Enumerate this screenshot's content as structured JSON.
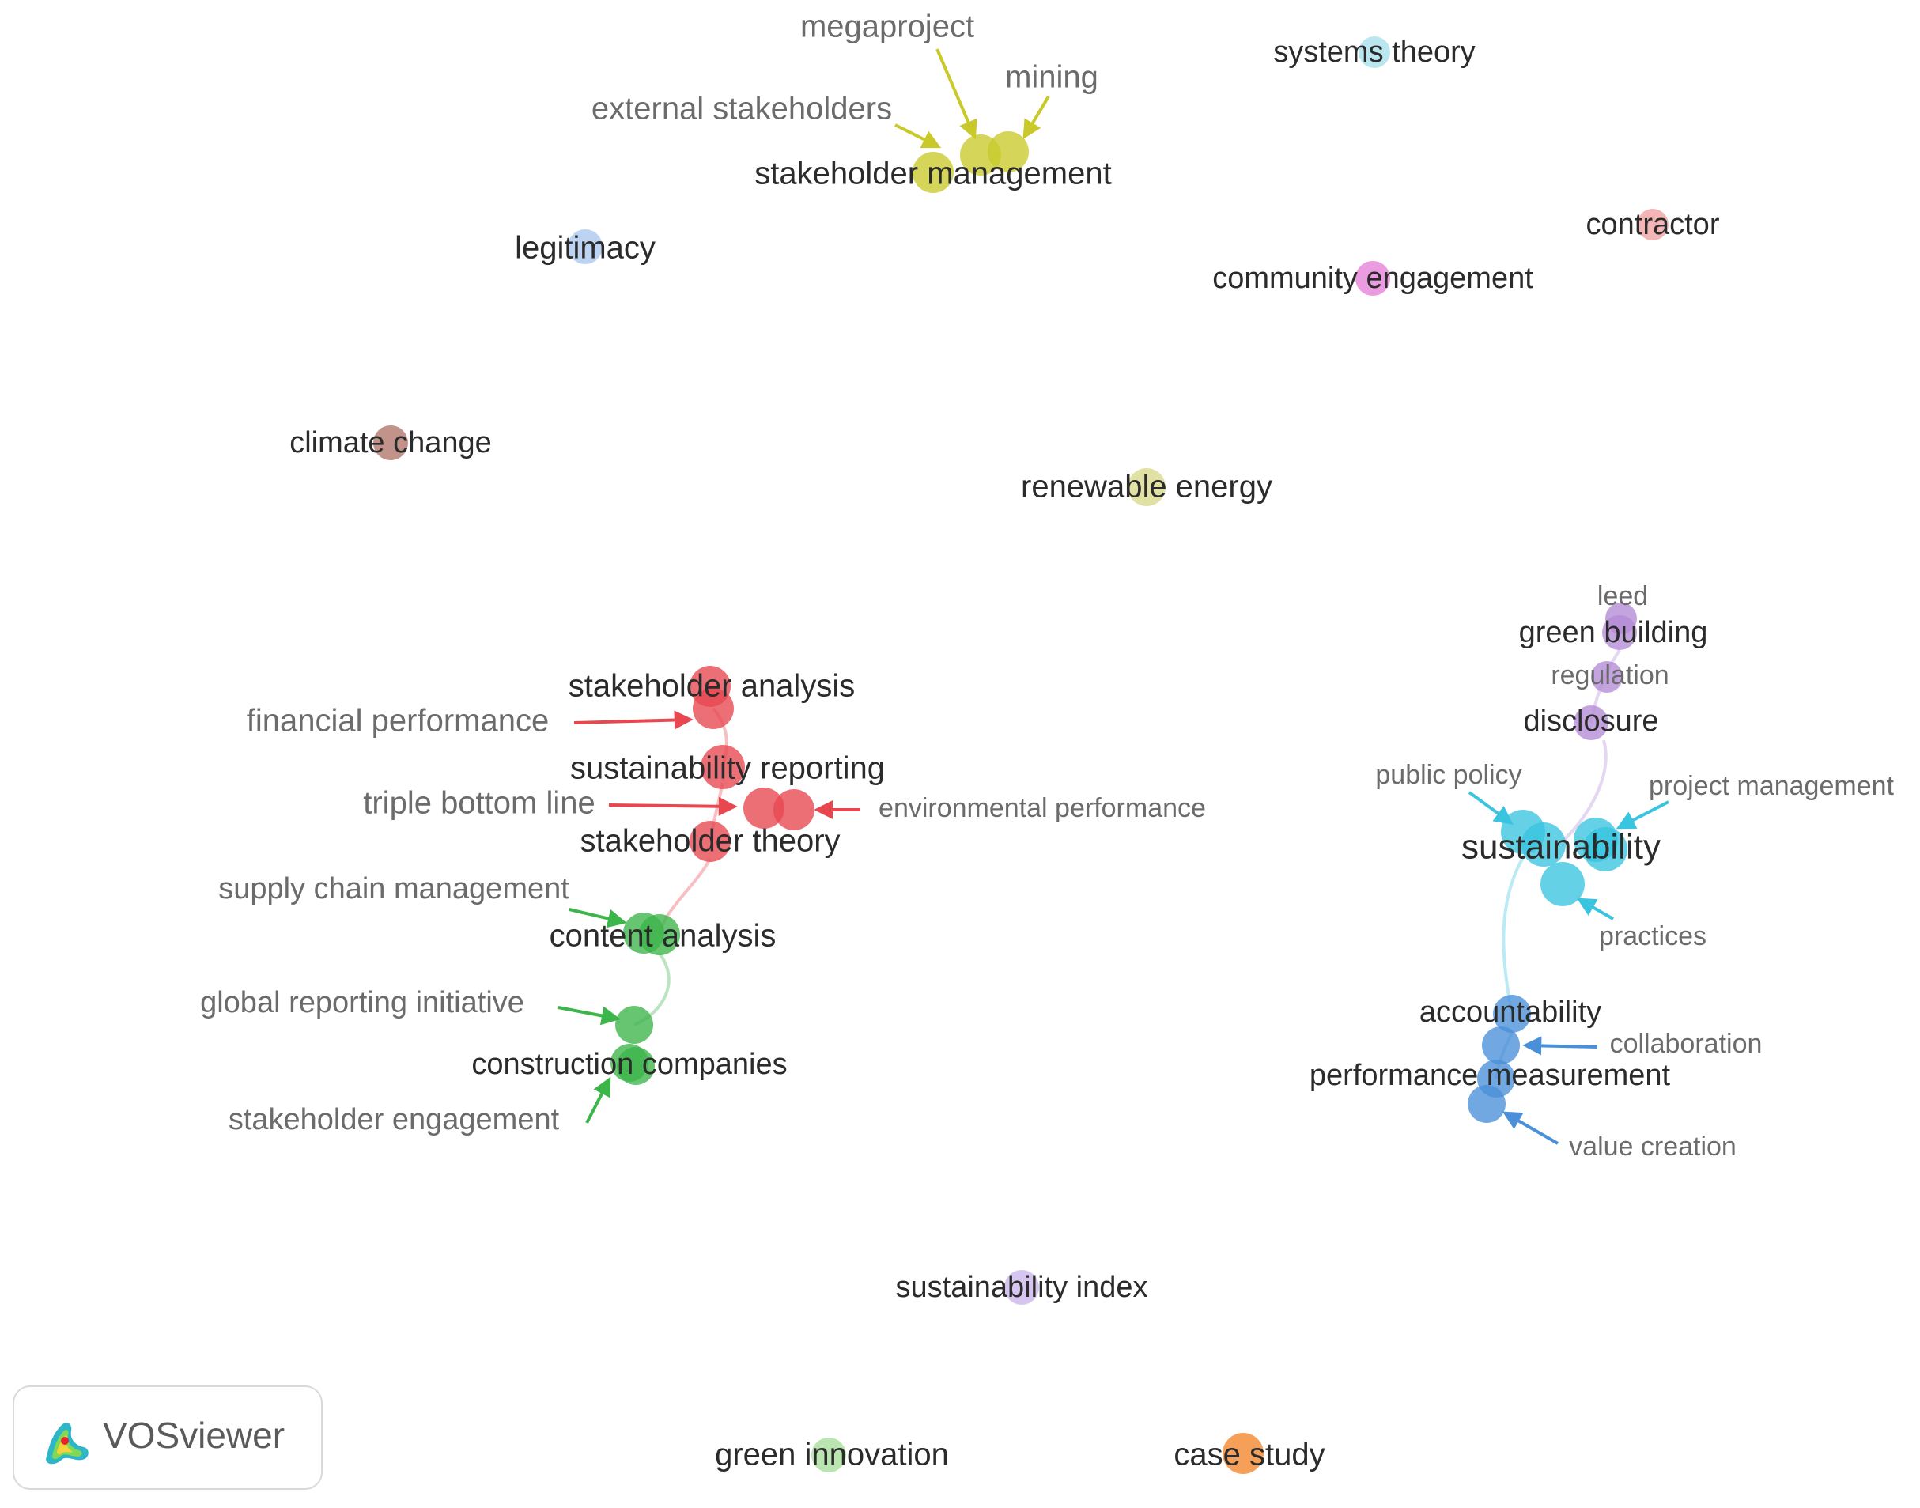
{
  "app": {
    "brand_name": "VOSviewer"
  },
  "clusters": {
    "red": "#e8474f",
    "green": "#3cb54a",
    "blue": "#4a90d9",
    "yellow": "#c9c92a",
    "purple": "#b48bd6",
    "cyan": "#39c4e0",
    "orange": "#f2842a",
    "brown": "#b07469",
    "pink": "#e57fd6",
    "lightblue": "#a9c6ee",
    "salmon": "#f0a0a0",
    "paleyellow": "#d9d98a",
    "lavender": "#cbb6ea",
    "palegreen": "#a6dc9a",
    "palecyan": "#a7e0ea"
  },
  "nodes": [
    {
      "id": "stakeholder_management",
      "label": "stakeholder management",
      "cluster": "yellow"
    },
    {
      "id": "megaproject",
      "label": "megaproject",
      "cluster": "yellow"
    },
    {
      "id": "mining",
      "label": "mining",
      "cluster": "yellow"
    },
    {
      "id": "external_stakeholders",
      "label": "external stakeholders",
      "cluster": "yellow"
    },
    {
      "id": "systems_theory",
      "label": "systems theory",
      "cluster": "palecyan"
    },
    {
      "id": "legitimacy",
      "label": "legitimacy",
      "cluster": "lightblue"
    },
    {
      "id": "contractor",
      "label": "contractor",
      "cluster": "salmon"
    },
    {
      "id": "community_engagement",
      "label": "community engagement",
      "cluster": "pink"
    },
    {
      "id": "climate_change",
      "label": "climate change",
      "cluster": "brown"
    },
    {
      "id": "renewable_energy",
      "label": "renewable energy",
      "cluster": "paleyellow"
    },
    {
      "id": "stakeholder_analysis",
      "label": "stakeholder analysis",
      "cluster": "red"
    },
    {
      "id": "financial_performance",
      "label": "financial performance",
      "cluster": "red"
    },
    {
      "id": "sustainability_reporting",
      "label": "sustainability reporting",
      "cluster": "red"
    },
    {
      "id": "triple_bottom_line",
      "label": "triple bottom line",
      "cluster": "red"
    },
    {
      "id": "environmental_performance",
      "label": "environmental performance",
      "cluster": "red"
    },
    {
      "id": "stakeholder_theory",
      "label": "stakeholder theory",
      "cluster": "red"
    },
    {
      "id": "supply_chain_management",
      "label": "supply chain management",
      "cluster": "green"
    },
    {
      "id": "content_analysis",
      "label": "content analysis",
      "cluster": "green"
    },
    {
      "id": "global_reporting_initiative",
      "label": "global reporting initiative",
      "cluster": "green"
    },
    {
      "id": "construction_companies",
      "label": "construction companies",
      "cluster": "green"
    },
    {
      "id": "stakeholder_engagement",
      "label": "stakeholder engagement",
      "cluster": "green"
    },
    {
      "id": "leed",
      "label": "leed",
      "cluster": "purple"
    },
    {
      "id": "green_building",
      "label": "green building",
      "cluster": "purple"
    },
    {
      "id": "regulation",
      "label": "regulation",
      "cluster": "purple"
    },
    {
      "id": "disclosure",
      "label": "disclosure",
      "cluster": "purple"
    },
    {
      "id": "public_policy",
      "label": "public policy",
      "cluster": "cyan"
    },
    {
      "id": "project_management",
      "label": "project management",
      "cluster": "cyan"
    },
    {
      "id": "sustainability",
      "label": "sustainability",
      "cluster": "cyan"
    },
    {
      "id": "practices",
      "label": "practices",
      "cluster": "cyan"
    },
    {
      "id": "accountability",
      "label": "accountability",
      "cluster": "blue"
    },
    {
      "id": "collaboration",
      "label": "collaboration",
      "cluster": "blue"
    },
    {
      "id": "performance_measurement",
      "label": "performance measurement",
      "cluster": "blue"
    },
    {
      "id": "value_creation",
      "label": "value creation",
      "cluster": "blue"
    },
    {
      "id": "sustainability_index",
      "label": "sustainability index",
      "cluster": "lavender"
    },
    {
      "id": "green_innovation",
      "label": "green innovation",
      "cluster": "palegreen"
    },
    {
      "id": "case_study",
      "label": "case study",
      "cluster": "orange"
    }
  ],
  "links": [
    [
      "stakeholder_analysis",
      "sustainability_reporting"
    ],
    [
      "sustainability_reporting",
      "stakeholder_theory"
    ],
    [
      "stakeholder_theory",
      "content_analysis"
    ],
    [
      "content_analysis",
      "construction_companies"
    ],
    [
      "green_building",
      "disclosure"
    ],
    [
      "disclosure",
      "sustainability"
    ],
    [
      "sustainability",
      "accountability"
    ],
    [
      "accountability",
      "performance_measurement"
    ]
  ]
}
